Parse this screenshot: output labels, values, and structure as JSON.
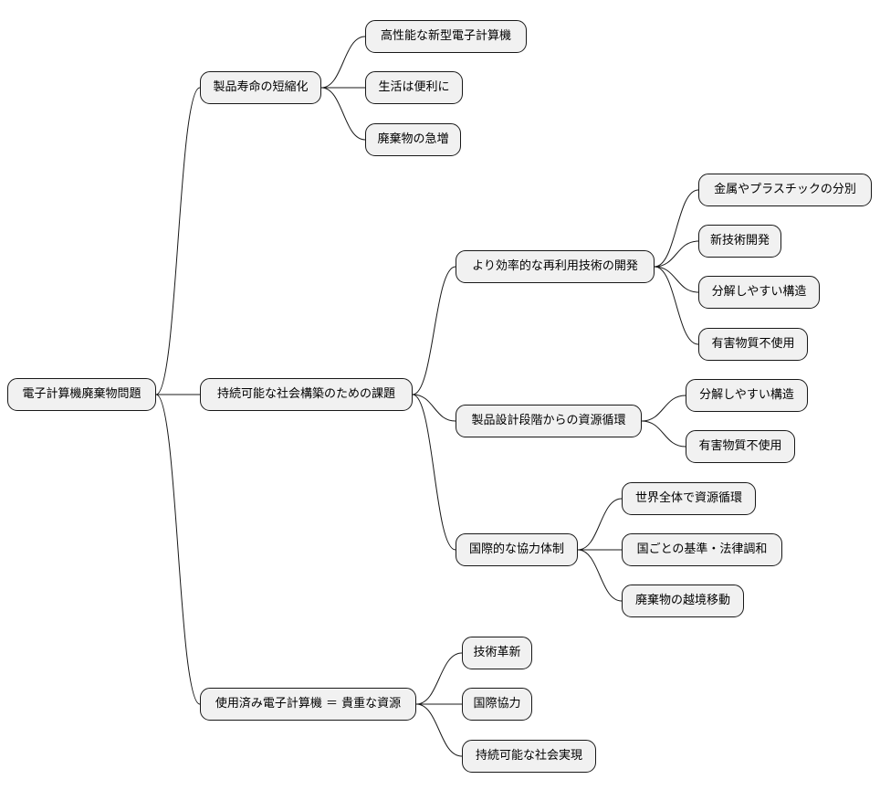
{
  "mindmap": {
    "root": "電子計算機廃棄物問題",
    "branches": [
      {
        "label": "製品寿命の短縮化",
        "children": [
          {
            "label": "高性能な新型電子計算機"
          },
          {
            "label": "生活は便利に"
          },
          {
            "label": "廃棄物の急増"
          }
        ]
      },
      {
        "label": "持続可能な社会構築のための課題",
        "children": [
          {
            "label": "より効率的な再利用技術の開発",
            "children": [
              {
                "label": "金属やプラスチックの分別"
              },
              {
                "label": "新技術開発"
              },
              {
                "label": "分解しやすい構造"
              },
              {
                "label": "有害物質不使用"
              }
            ]
          },
          {
            "label": "製品設計段階からの資源循環",
            "children": [
              {
                "label": "分解しやすい構造"
              },
              {
                "label": "有害物質不使用"
              }
            ]
          },
          {
            "label": "国際的な協力体制",
            "children": [
              {
                "label": "世界全体で資源循環"
              },
              {
                "label": "国ごとの基準・法律調和"
              },
              {
                "label": "廃棄物の越境移動"
              }
            ]
          }
        ]
      },
      {
        "label": "使用済み電子計算機 ＝ 貴重な資源",
        "children": [
          {
            "label": "技術革新"
          },
          {
            "label": "国際協力"
          },
          {
            "label": "持続可能な社会実現"
          }
        ]
      }
    ]
  }
}
